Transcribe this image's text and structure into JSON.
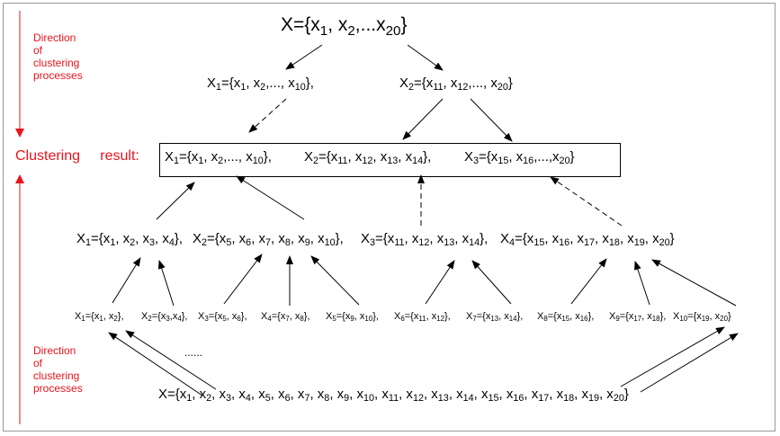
{
  "side_labels": {
    "top_direction": [
      "Direction",
      "of",
      "clustering",
      "processes"
    ],
    "bottom_direction": [
      "Direction",
      "of",
      "clustering",
      "processes"
    ],
    "clustering_result": "Clustering     result:"
  },
  "colors": {
    "accent": "#e8141c",
    "frame": "#9a9a9a"
  },
  "levels": {
    "top": {
      "name": "X",
      "items": [
        "1",
        "2",
        "...",
        "20"
      ],
      "text": "X={x1, x2,...x20}"
    },
    "split": [
      {
        "name": "1",
        "items": [
          "1",
          "2",
          "...",
          "10"
        ],
        "text": "X1={x1, x2,..., x10},"
      },
      {
        "name": "2",
        "items": [
          "11",
          "12",
          "...",
          "20"
        ],
        "text": "X2={x11, x12,..., x20}"
      }
    ],
    "result": [
      {
        "name": "1",
        "text": "X1={x1, x2,..., x10},"
      },
      {
        "name": "2",
        "text": "X2={x11, x12, x13, x14},"
      },
      {
        "name": "3",
        "text": "X3={x15, x16,...,x20}"
      }
    ],
    "four": [
      {
        "name": "1",
        "text": "X1={x1, x2, x3, x4},"
      },
      {
        "name": "2",
        "text": "X2={x5, x6, x7, x8, x9, x10},"
      },
      {
        "name": "3",
        "text": "X3={x11, x12, x13, x14},"
      },
      {
        "name": "4",
        "text": "X4={x15, x16, x17, x18, x19, x20}"
      }
    ],
    "pairs": [
      {
        "name": "1",
        "text": "X1={x1, x2},"
      },
      {
        "name": "2",
        "text": "X2={x3,x4},"
      },
      {
        "name": "3",
        "text": "X3={x5, x6},"
      },
      {
        "name": "4",
        "text": "X4={x7, x8},"
      },
      {
        "name": "5",
        "text": "X5={x9, x10},"
      },
      {
        "name": "6",
        "text": "X6={x11, x12},"
      },
      {
        "name": "7",
        "text": "X7={x13, x14},"
      },
      {
        "name": "8",
        "text": "X8={x15, x16},"
      },
      {
        "name": "9",
        "text": "X9={x17, x18},"
      },
      {
        "name": "10",
        "text": "X10={x19, x20}"
      }
    ],
    "ellipsis": "......",
    "bottom": {
      "text": "X={x1, x2, x3, x4, x5, x6, x7, x8, x9, x10, x11, x12, x13, x14, x15, x16, x17, x18, x19, x20}"
    }
  }
}
